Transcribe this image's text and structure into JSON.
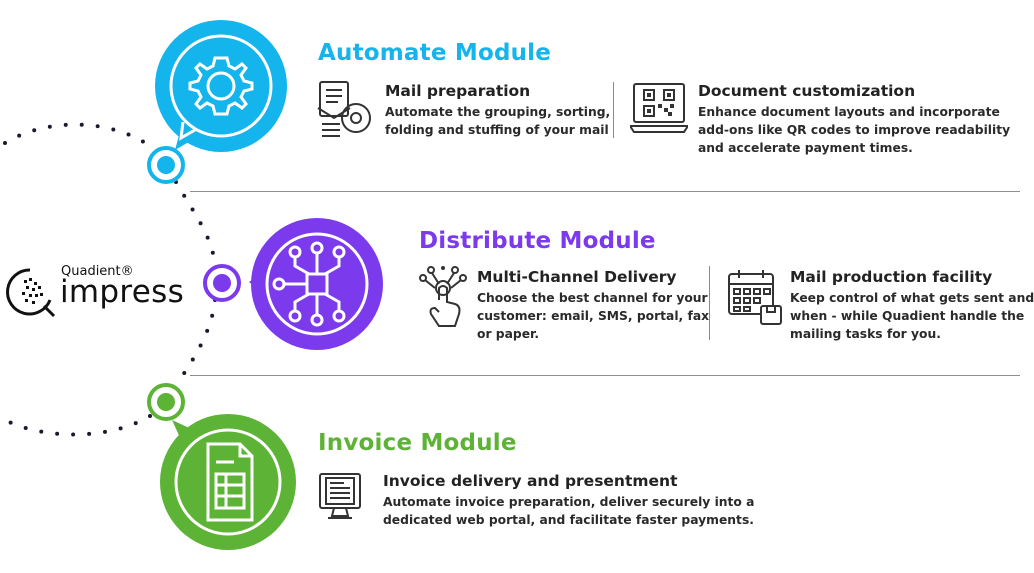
{
  "colors": {
    "automate": "#14b4ec",
    "distribute": "#7c3aed",
    "invoice": "#5db336",
    "text": "#222222",
    "divider": "#8f8f8f",
    "dots": "#1a1a2e"
  },
  "logo": {
    "brand": "Quadient®",
    "product": "impress"
  },
  "modules": [
    {
      "title": "Automate Module",
      "icon": "gear-icon",
      "features": [
        {
          "icon": "mail-preparation-icon",
          "title": "Mail preparation",
          "lines": [
            "Automate the grouping, sorting,",
            "folding and stuffing of your mail"
          ]
        },
        {
          "icon": "qr-laptop-icon",
          "title": "Document customization",
          "lines": [
            "Enhance document layouts and incorporate",
            "add-ons like QR codes to improve readability",
            "and accelerate payment times."
          ]
        }
      ]
    },
    {
      "title": "Distribute Module",
      "icon": "network-hub-icon",
      "features": [
        {
          "icon": "touch-network-icon",
          "title": "Multi-Channel Delivery",
          "lines": [
            "Choose the best channel for your",
            "customer: email, SMS, portal, fax",
            "or paper."
          ]
        },
        {
          "icon": "calendar-package-icon",
          "title": "Mail production facility",
          "lines": [
            "Keep control of what gets sent and",
            "when - while Quadient handle the",
            "mailing tasks for you."
          ]
        }
      ]
    },
    {
      "title": "Invoice Module",
      "icon": "invoice-document-icon",
      "features": [
        {
          "icon": "invoice-monitor-icon",
          "title": "Invoice delivery and presentment",
          "lines": [
            "Automate invoice preparation, deliver securely into a",
            "dedicated web portal, and facilitate faster payments."
          ]
        }
      ]
    }
  ]
}
